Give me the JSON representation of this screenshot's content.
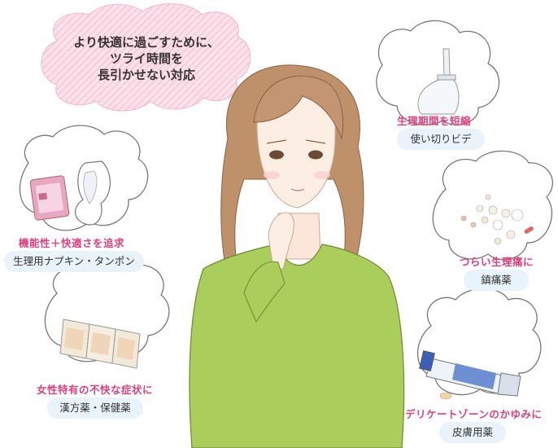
{
  "speech_bubble": {
    "line1": "より快適に過ごすために、",
    "line2": "ツライ時間を",
    "line3": "長引かせない対応"
  },
  "items": {
    "bidet": {
      "headline": "生理期間を短縮",
      "product": "使い切りビデ"
    },
    "napkin": {
      "headline": "機能性＋快適さを追求",
      "product": "生理用ナプキン・タンポン"
    },
    "painkiller": {
      "headline": "つらい生理痛に",
      "product": "鎮痛薬"
    },
    "kampo": {
      "headline": "女性特有の不快な症状に",
      "product": "漢方薬・保健薬"
    },
    "ointment": {
      "headline": "デリケートゾーンのかゆみに",
      "product": "皮膚用薬"
    }
  },
  "colors": {
    "headline_pink": "#e0407e",
    "pill_blue": "#e8f3fb",
    "bubble_pink": "#fbd3e3",
    "sweater_green": "#a9cd5a",
    "hair_brown": "#b98a62"
  }
}
